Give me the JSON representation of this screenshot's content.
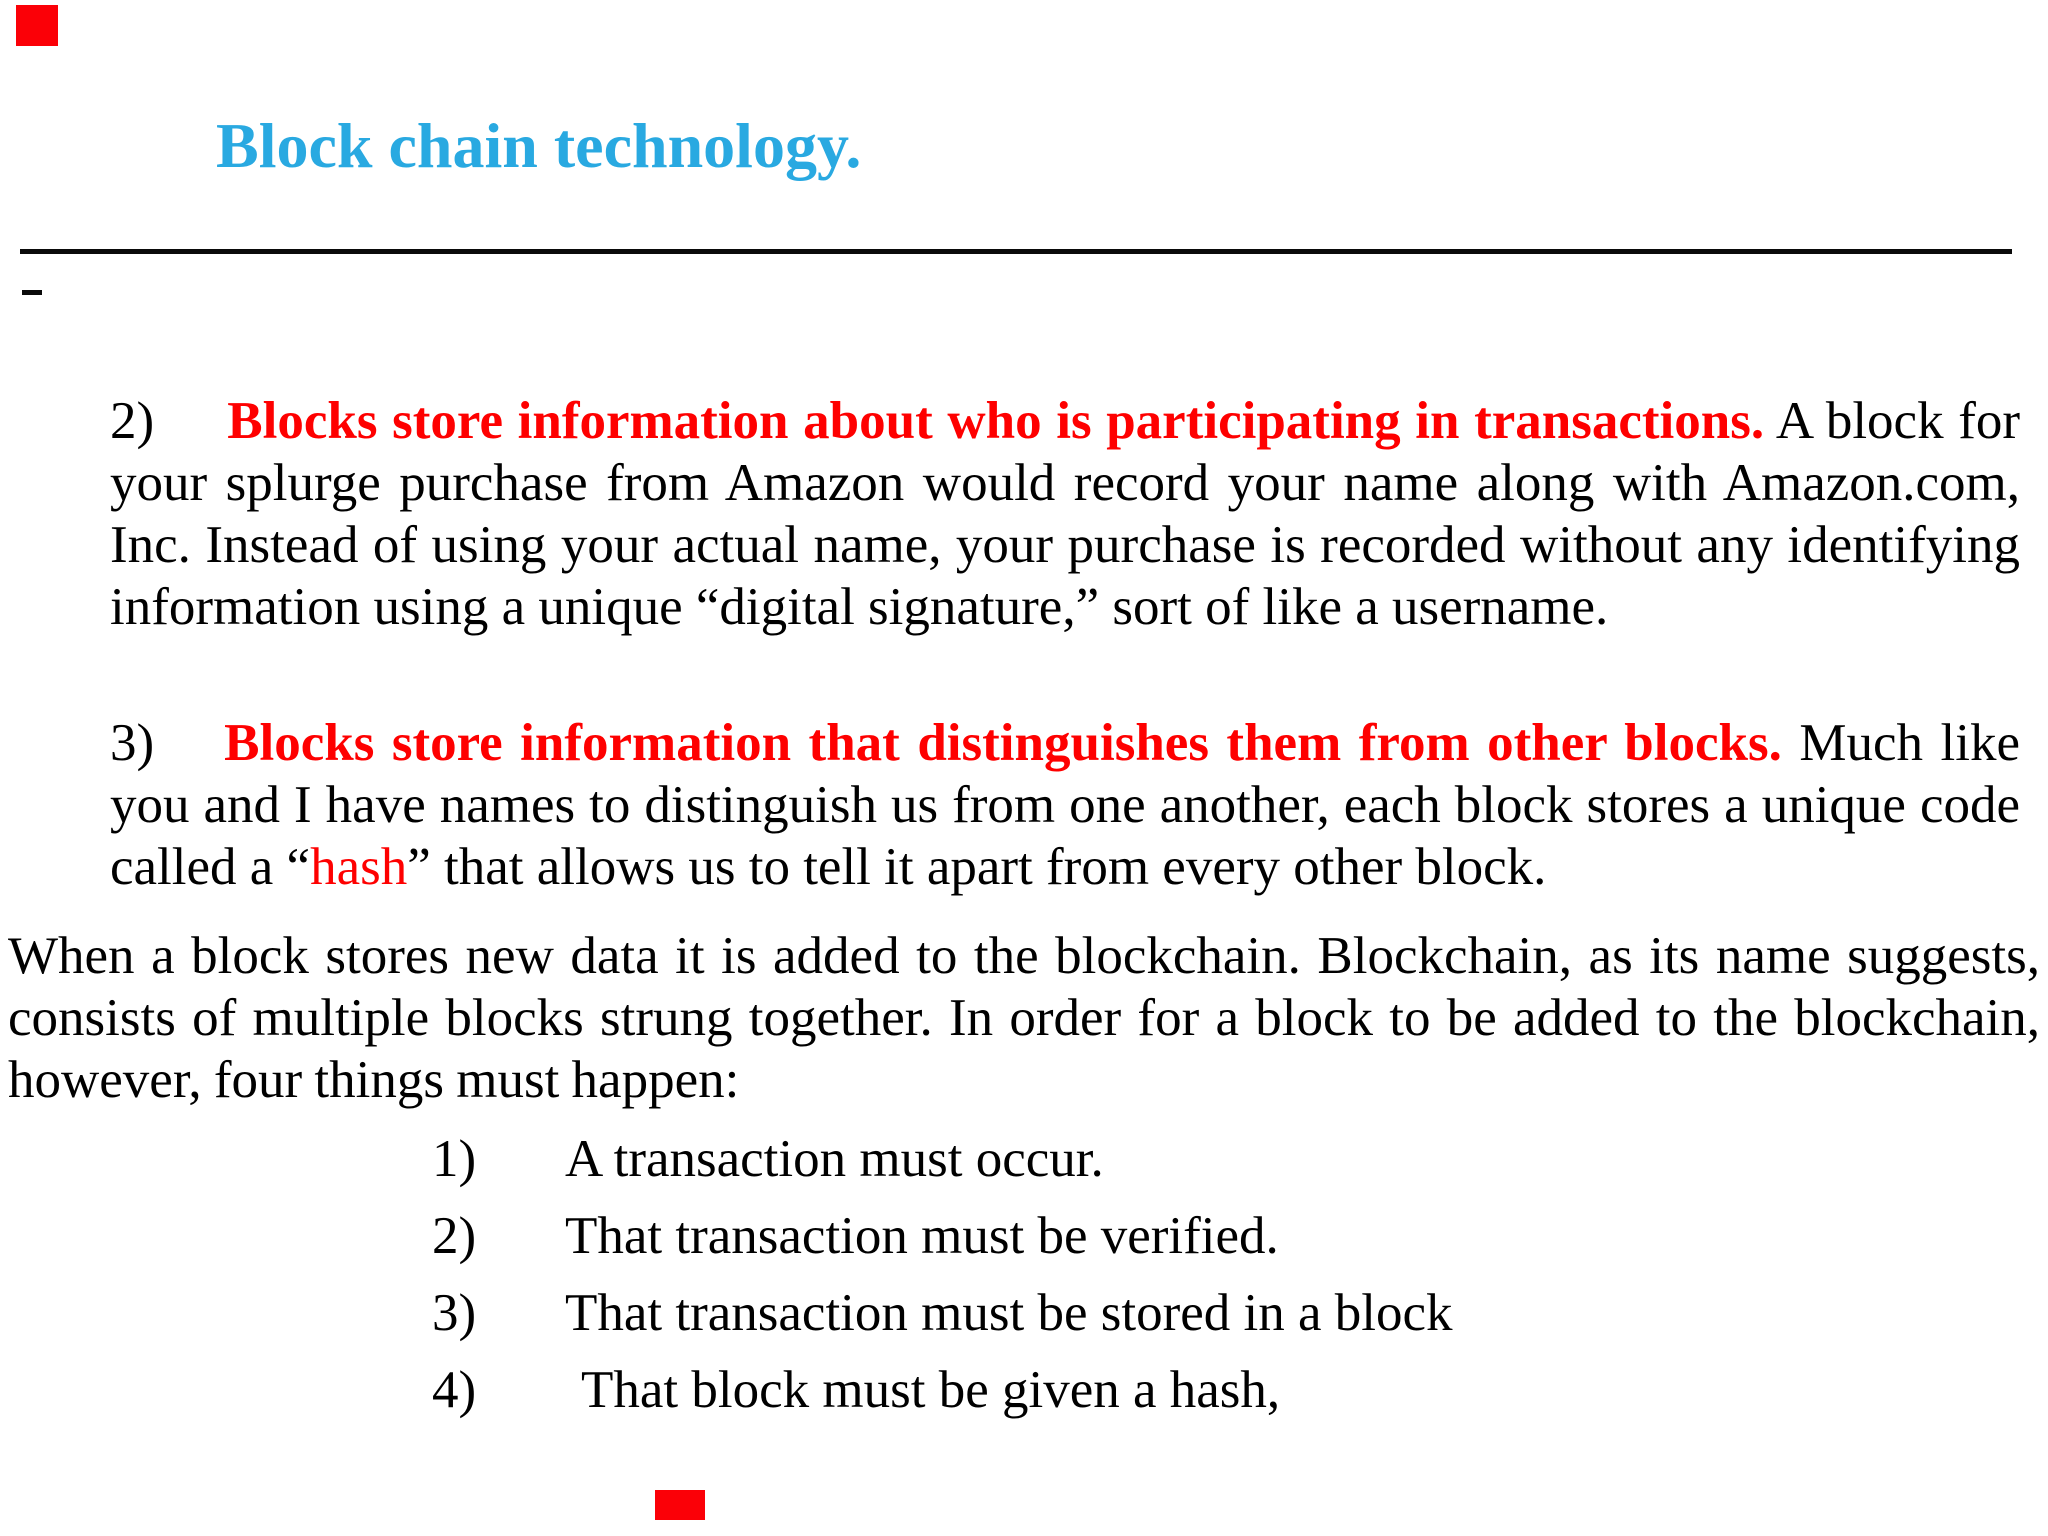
{
  "page": {
    "background": "#ffffff"
  },
  "colors": {
    "title_cyan": "#29a9e1",
    "emphasis_red": "#fe0000",
    "body_black": "#000000",
    "red_mark": "#fb0007"
  },
  "title": {
    "text": "Block chain technology."
  },
  "paragraphs": [
    {
      "id": "para-2",
      "runs": [
        {
          "t": "2)     ",
          "s": "plain"
        },
        {
          "t": "Blocks store information about who is participating in transactions.",
          "s": "red-bold"
        },
        {
          "t": " A block for your splurge purchase from Amazon would record your name along with Amazon.com, Inc. Instead of using your actual name, your purchase is recorded without any identifying information using a unique “digital signature,” sort of like a username.",
          "s": "plain"
        }
      ]
    },
    {
      "id": "para-3",
      "runs": [
        {
          "t": "3)    ",
          "s": "plain"
        },
        {
          "t": "Blocks store information that distinguishes them from other blocks.",
          "s": "red-bold"
        },
        {
          "t": " Much like you and I have names to distinguish us from one another, each block stores a unique code called a “",
          "s": "plain"
        },
        {
          "t": "hash",
          "s": "red"
        },
        {
          "t": "” that allows us to tell it apart from every other block.",
          "s": "plain"
        }
      ]
    },
    {
      "id": "para-when",
      "runs": [
        {
          "t": "When a block stores new data it is added to the blockchain. Blockchain, as its name suggests, consists of multiple blocks strung together. In order for a block to be added to the blockchain, however, four things must happen:",
          "s": "plain"
        }
      ]
    }
  ],
  "list": {
    "items": [
      {
        "num": "1)",
        "text": "A transaction must occur."
      },
      {
        "num": "2)",
        "text": "That transaction must be verified."
      },
      {
        "num": "3)",
        "text": "That transaction must be stored in a block"
      },
      {
        "num": "4)",
        "text": "That block must be given a hash,"
      }
    ]
  }
}
